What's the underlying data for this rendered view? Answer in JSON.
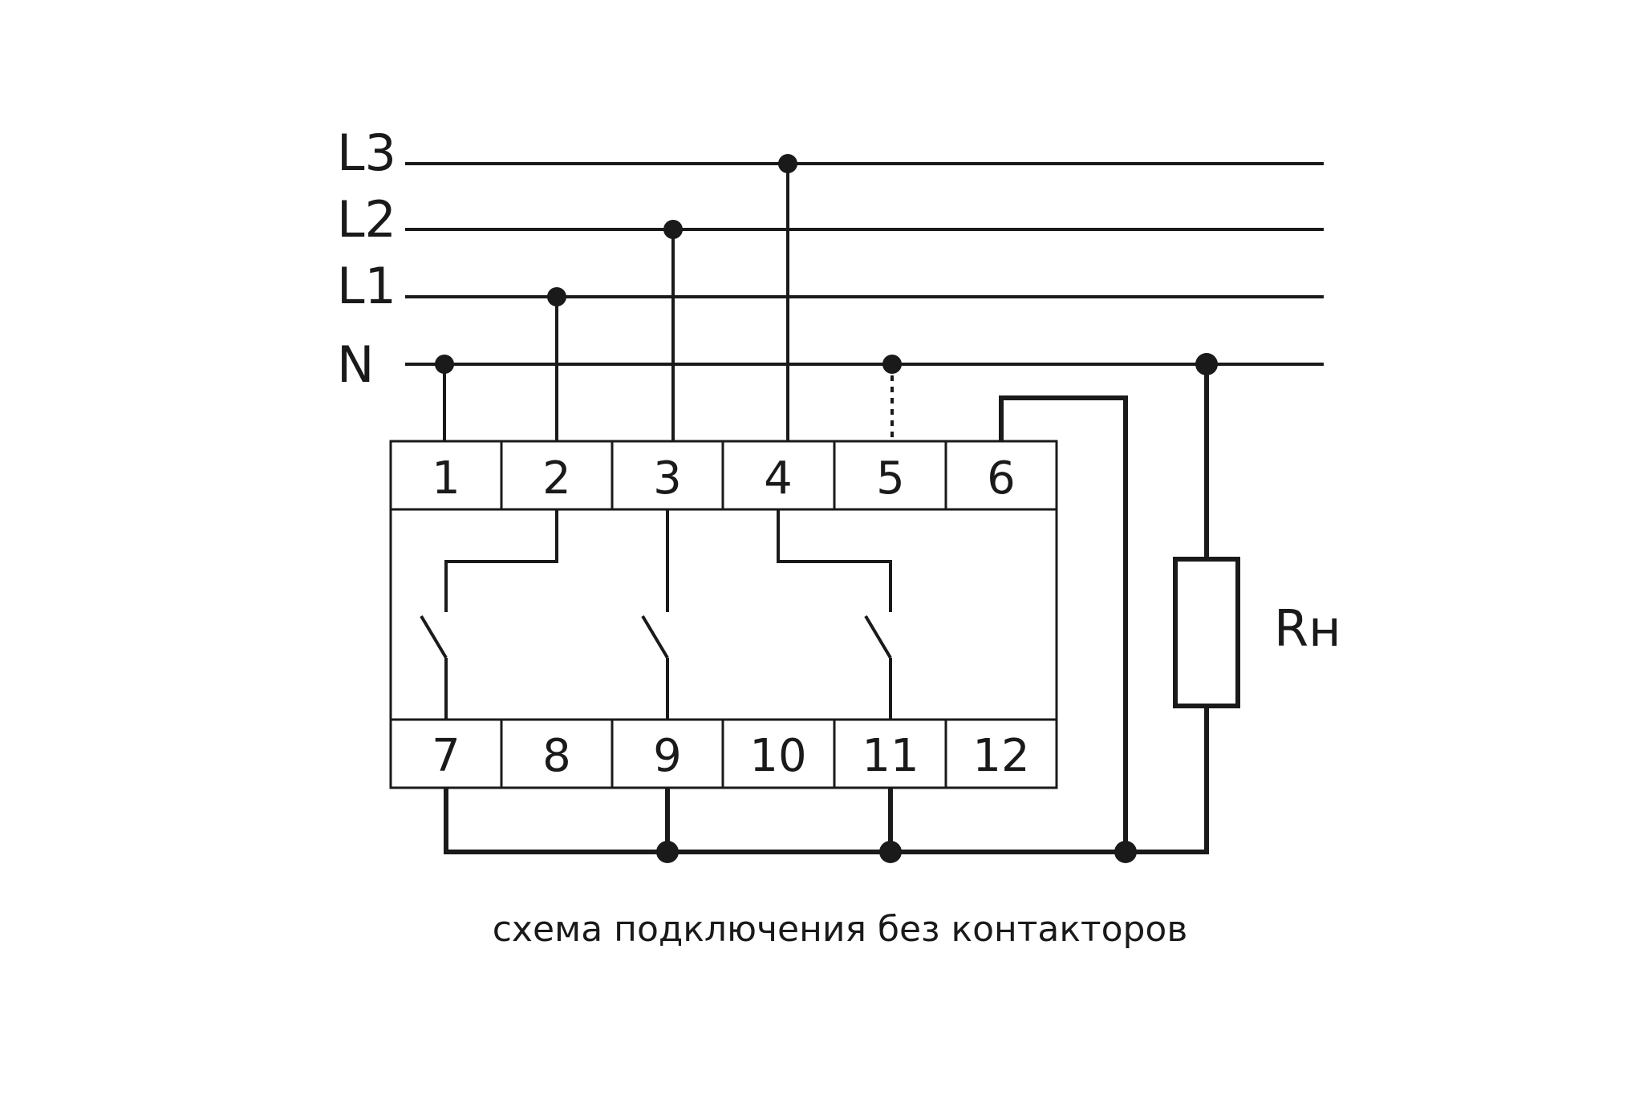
{
  "lines": {
    "l3": "L3",
    "l2": "L2",
    "l1": "L1",
    "n": "N"
  },
  "terminals_top": [
    "1",
    "2",
    "3",
    "4",
    "5",
    "6"
  ],
  "terminals_bottom": [
    "7",
    "8",
    "9",
    "10",
    "11",
    "12"
  ],
  "load_label": "Rн",
  "caption": "схема подключения без контакторов"
}
